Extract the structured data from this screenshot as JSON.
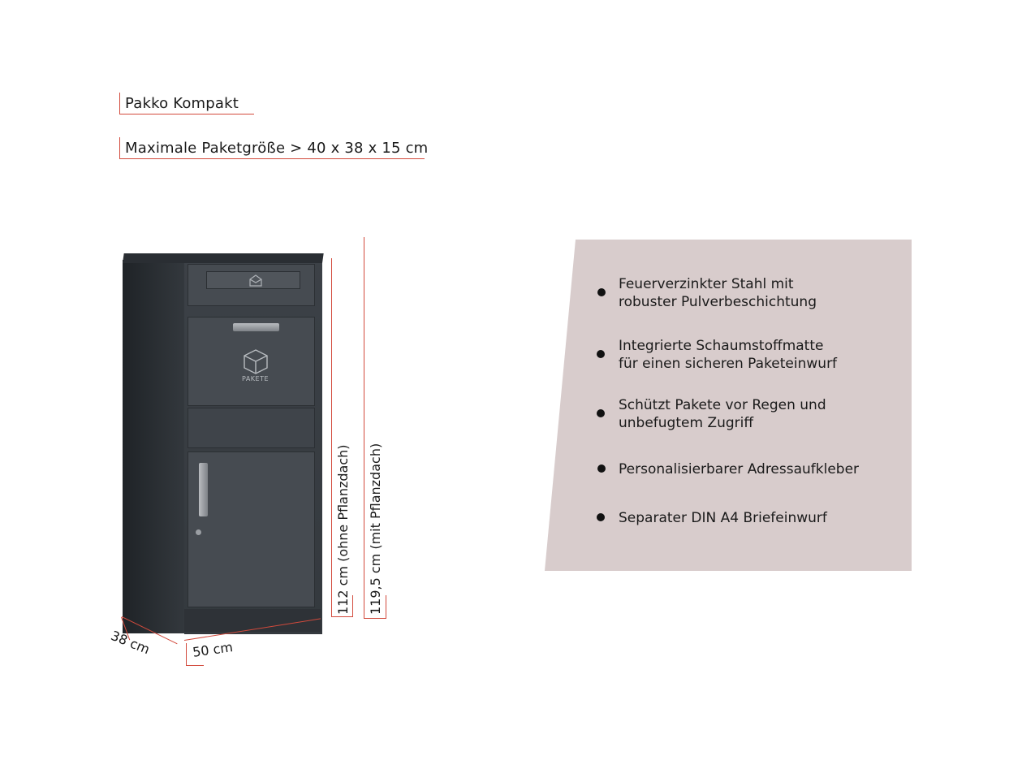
{
  "titles": {
    "product_name": "Pakko Kompakt",
    "max_size": "Maximale Paketgröße > 40 x 38 x 15 cm"
  },
  "product": {
    "drawer_label": "PAKETE",
    "colors": {
      "body": "#3c4147",
      "accent": "#d24a3c",
      "panel_bg": "#d8cccc"
    }
  },
  "dimensions": {
    "height_without_roof": "112 cm (ohne Pflanzdach)",
    "height_with_roof": "119,5 cm (mit Pflanzdach)",
    "depth": "38 cm",
    "width": "50 cm"
  },
  "features": [
    {
      "line1": "Feuerverzinkter Stahl mit",
      "line2": "robuster Pulverbeschichtung"
    },
    {
      "line1": "Integrierte Schaumstoffmatte",
      "line2": "für einen sicheren Paketeinwurf"
    },
    {
      "line1": "Schützt Pakete vor Regen und",
      "line2": "unbefugtem Zugriff"
    },
    {
      "line1": "Personalisierbarer Adressaufkleber",
      "line2": ""
    },
    {
      "line1": "Separater DIN A4 Briefeinwurf",
      "line2": ""
    }
  ]
}
